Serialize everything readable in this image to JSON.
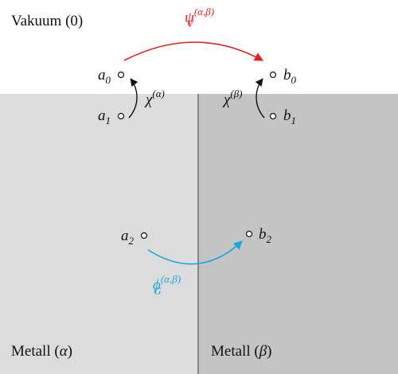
{
  "regions": {
    "vacuum": {
      "label": "Vakuum (0)",
      "color": "#ffffff"
    },
    "metal_alpha": {
      "label": "Metall (",
      "symbol": "α",
      "close": ")",
      "color": "#dcdcdc"
    },
    "metal_beta": {
      "label": "Metall (",
      "symbol": "β",
      "close": ")",
      "color": "#c4c4c4"
    }
  },
  "points": [
    {
      "id": "a0",
      "base": "a",
      "index": "0"
    },
    {
      "id": "a1",
      "base": "a",
      "index": "1"
    },
    {
      "id": "a2",
      "base": "a",
      "index": "2"
    },
    {
      "id": "b0",
      "base": "b",
      "index": "0"
    },
    {
      "id": "b1",
      "base": "b",
      "index": "1"
    },
    {
      "id": "b2",
      "base": "b",
      "index": "2"
    }
  ],
  "arrows": {
    "psi_v": {
      "symbol": "ψ",
      "sub": "V",
      "sup": "(α,β)",
      "color": "#e8201e"
    },
    "phi_g": {
      "symbol": "ϕ",
      "sub": "G",
      "sup": "(α,β)",
      "color": "#1aa6e0"
    },
    "chi_alpha": {
      "symbol": "χ",
      "sup": "(α)",
      "color": "#111111"
    },
    "chi_beta": {
      "symbol": "χ",
      "sup": "(β)",
      "color": "#111111"
    }
  }
}
